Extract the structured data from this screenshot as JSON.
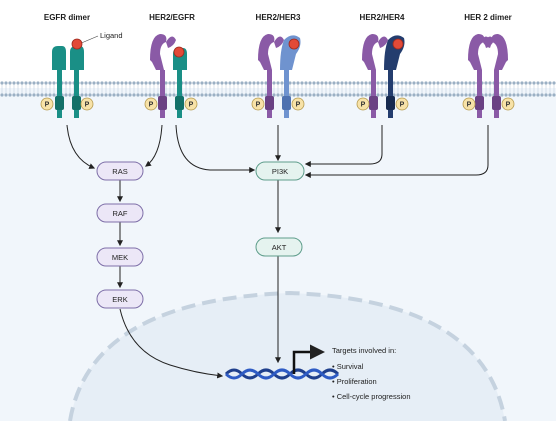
{
  "receptors": [
    {
      "id": "egfr-dimer",
      "label": "EGFR dimer"
    },
    {
      "id": "her2-egfr",
      "label": "HER2/EGFR"
    },
    {
      "id": "her2-her3",
      "label": "HER2/HER3"
    },
    {
      "id": "her2-her4",
      "label": "HER2/HER4"
    },
    {
      "id": "her2-dimer",
      "label": "HER 2 dimer"
    }
  ],
  "ligand_label": "Ligand",
  "phospho_label": "P",
  "nodes": {
    "ras": "RAS",
    "raf": "RAF",
    "mek": "MEK",
    "erk": "ERK",
    "pi3k": "PI3K",
    "akt": "AKT"
  },
  "targets": {
    "heading": "Targets involved in:",
    "items": [
      "• Survival",
      "• Proliferation",
      "• Cell-cycle progression"
    ]
  },
  "colors": {
    "egfr": "#1a8f86",
    "her2": "#8a5aa6",
    "her3": "#6f93cf",
    "her4": "#243d6e",
    "ligand": "#e24a38",
    "phospho": "#f7e2a8",
    "mapk_node_fill": "#ece7f7",
    "pi3k_node_fill": "#e5f3ef",
    "cytoplasm": "#f1f6fb",
    "nucleus": "#e6eef6",
    "dna": "#1f3f8c"
  }
}
